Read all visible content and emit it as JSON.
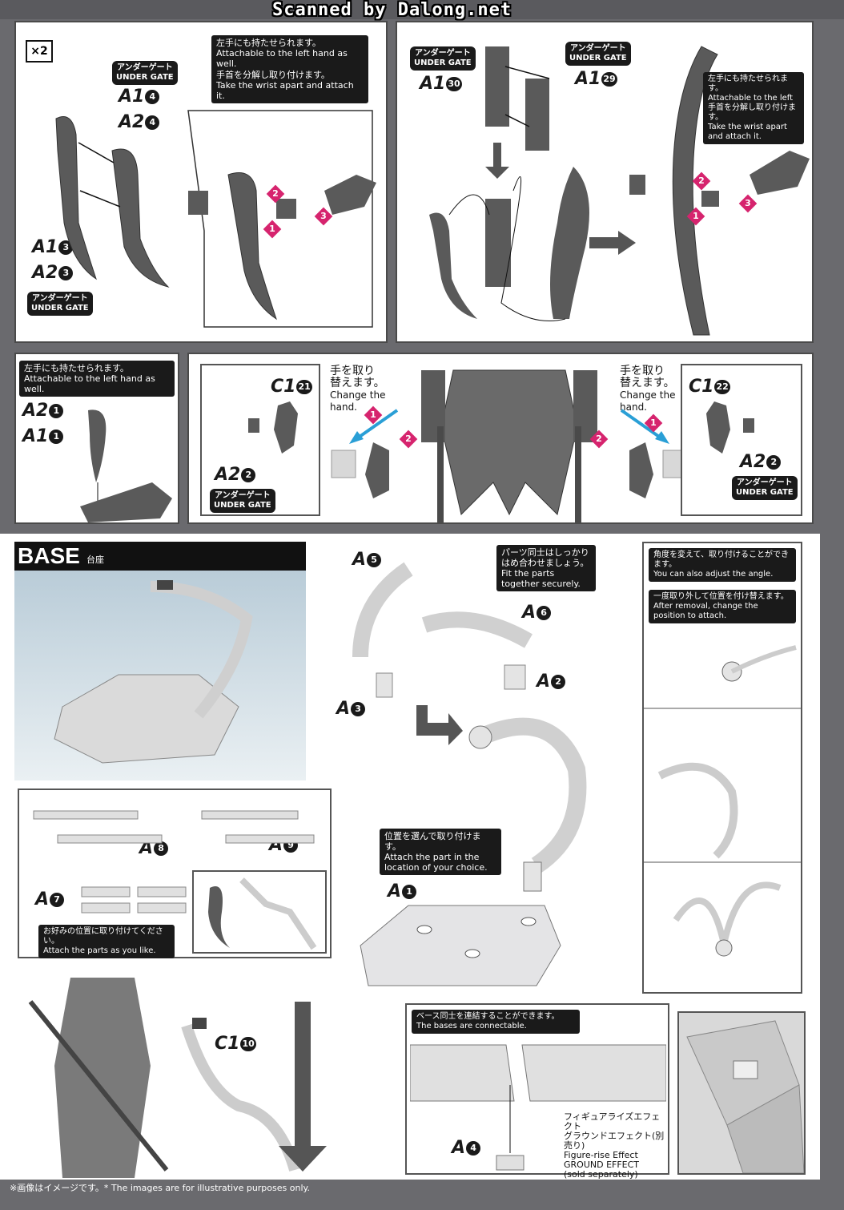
{
  "watermark": "Scanned by Dalong.net",
  "panel1": {
    "multiplier": "×2",
    "note_jp_1": "左手にも持たせられます。",
    "note_en_1": "Attachable to the left hand as well.",
    "note_jp_2": "手首を分解し取り付けます。",
    "note_en_2": "Take the wrist apart and attach it.",
    "gate_jp": "アンダーゲート",
    "gate_en": "UNDER GATE",
    "parts": [
      {
        "letter": "A1",
        "num": "4"
      },
      {
        "letter": "A2",
        "num": "4"
      },
      {
        "letter": "A1",
        "num": "3"
      },
      {
        "letter": "A2",
        "num": "3"
      }
    ],
    "steps": [
      "1",
      "2",
      "3"
    ]
  },
  "panel2": {
    "gate_jp": "アンダーゲート",
    "gate_en": "UNDER GATE",
    "parts": [
      {
        "letter": "A1",
        "num": "30"
      },
      {
        "letter": "A1",
        "num": "29"
      }
    ],
    "note_jp_1": "左手にも持たせられます。",
    "note_en_1": "Attachable to the left hand as well.",
    "note_jp_2": "手首を分解し取り付けます。",
    "note_en_2": "Take the wrist apart and attach it.",
    "steps": [
      "1",
      "2",
      "3"
    ]
  },
  "panel3": {
    "note_jp": "左手にも持たせられます。",
    "note_en": "Attachable to the left hand as well.",
    "parts": [
      {
        "letter": "A2",
        "num": "1"
      },
      {
        "letter": "A1",
        "num": "1"
      }
    ]
  },
  "panel4": {
    "left_part": {
      "letter": "C1",
      "num": "21"
    },
    "right_part": {
      "letter": "C1",
      "num": "22"
    },
    "lower_part": {
      "letter": "A2",
      "num": "2"
    },
    "gate_jp": "アンダーゲート",
    "gate_en": "UNDER GATE",
    "change_jp_1": "手を取り",
    "change_jp_2": "替えます。",
    "change_en_1": "Change the",
    "change_en_2": "hand.",
    "steps": [
      "1",
      "2"
    ]
  },
  "base": {
    "title": "BASE",
    "title_jp": "台座",
    "parts": [
      {
        "letter": "A",
        "num": "5"
      },
      {
        "letter": "A",
        "num": "6"
      },
      {
        "letter": "A",
        "num": "2"
      },
      {
        "letter": "A",
        "num": "3"
      },
      {
        "letter": "A",
        "num": "1"
      },
      {
        "letter": "A",
        "num": "8"
      },
      {
        "letter": "A",
        "num": "9"
      },
      {
        "letter": "A",
        "num": "7"
      },
      {
        "letter": "A",
        "num": "4"
      },
      {
        "letter": "C1",
        "num": "10"
      }
    ],
    "note_fit_jp": "パーツ同士はしっかり はめ合わせましょう。",
    "note_fit_en": "Fit the parts together securely.",
    "note_angle_jp": "角度を変えて、取り付けることができます。",
    "note_angle_en": "You can also adjust the angle.",
    "note_remove_jp": "一度取り外して位置を付け替えます。",
    "note_remove_en": "After removal, change the position to attach.",
    "note_choice_jp": "位置を選んで取り付けます。",
    "note_choice_en": "Attach the part in the location of your choice.",
    "note_like_jp": "お好みの位置に取り付けてください。",
    "note_like_en": "Attach the parts as you like.",
    "note_connect_jp": "ベース同士を連結することができます。",
    "note_connect_en": "The bases are connectable.",
    "effect_jp_1": "フィギュアライズエフェクト",
    "effect_jp_2": "グラウンドエフェクト(別売り)",
    "effect_en_1": "Figure-rise Effect",
    "effect_en_2": "GROUND EFFECT",
    "effect_en_3": "(sold separately)"
  },
  "footer": "※画像はイメージです。* The images are for illustrative purposes only.",
  "colors": {
    "accent": "#d6246e",
    "arrow_blue": "#2a9fd6",
    "panel_border": "#4a4a4a"
  }
}
